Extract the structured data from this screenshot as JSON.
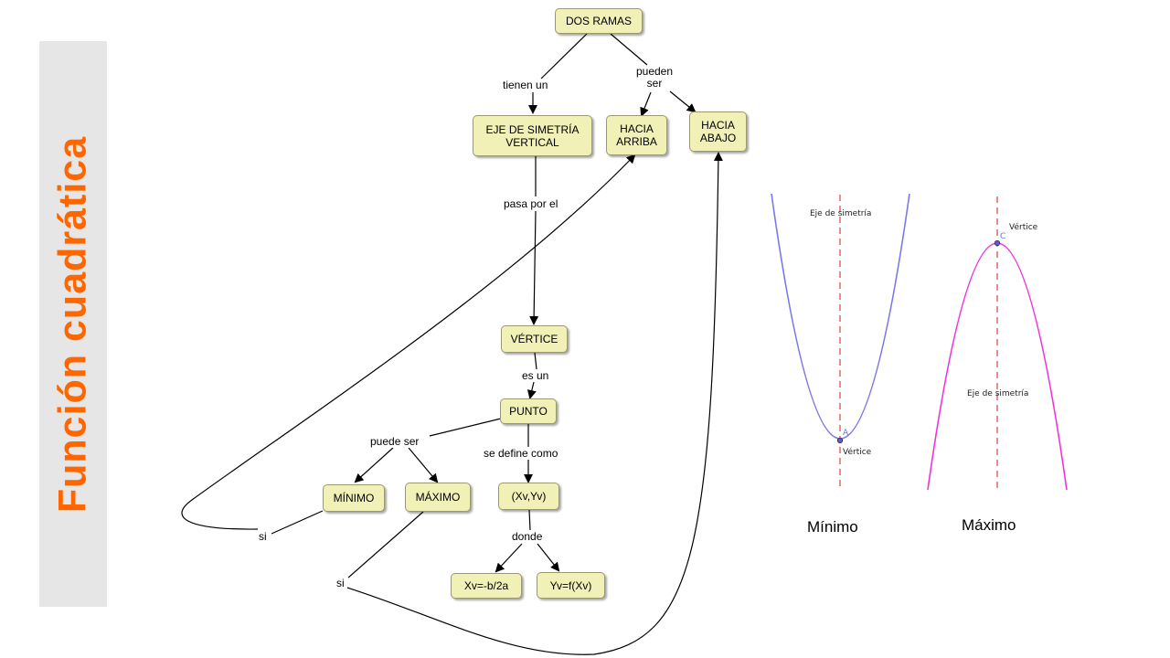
{
  "title": "Función cuadrática",
  "colors": {
    "title": "#ff6600",
    "node_fill": "#f1f0b6",
    "node_border": "#9b9a6c",
    "parabola_min": "#7a78e8",
    "parabola_max": "#ee33dd",
    "axis": "#e05a5a"
  },
  "concept_map": {
    "nodes": {
      "dos_ramas": "DOS RAMAS",
      "eje": "EJE DE SIMETRÍA VERTICAL",
      "hacia_arriba": "HACIA ARRIBA",
      "hacia_abajo": "HACIA ABAJO",
      "vertice": "VÉRTICE",
      "punto": "PUNTO",
      "minimo": "MÍNIMO",
      "maximo": "MÁXIMO",
      "xvyv": "(Xv,Yv)",
      "xv": "Xv=-b/2a",
      "yv": "Yv=f(Xv)"
    },
    "links": {
      "tienen_un": "tienen un",
      "pueden_ser": "pueden ser",
      "pasa_por_el": "pasa por el",
      "es_un": "es un",
      "puede_ser": "puede ser",
      "se_define_como": "se define como",
      "donde": "donde",
      "si_min": "si",
      "si_max": "si"
    }
  },
  "graphs": {
    "minimo": {
      "axis_label": "Eje de simetría",
      "point_letter": "A",
      "vertex_label": "Vértice",
      "caption": "Mínimo"
    },
    "maximo": {
      "axis_label": "Eje de simetría",
      "point_letter": "C",
      "vertex_label": "Vértice",
      "caption": "Máximo"
    }
  }
}
